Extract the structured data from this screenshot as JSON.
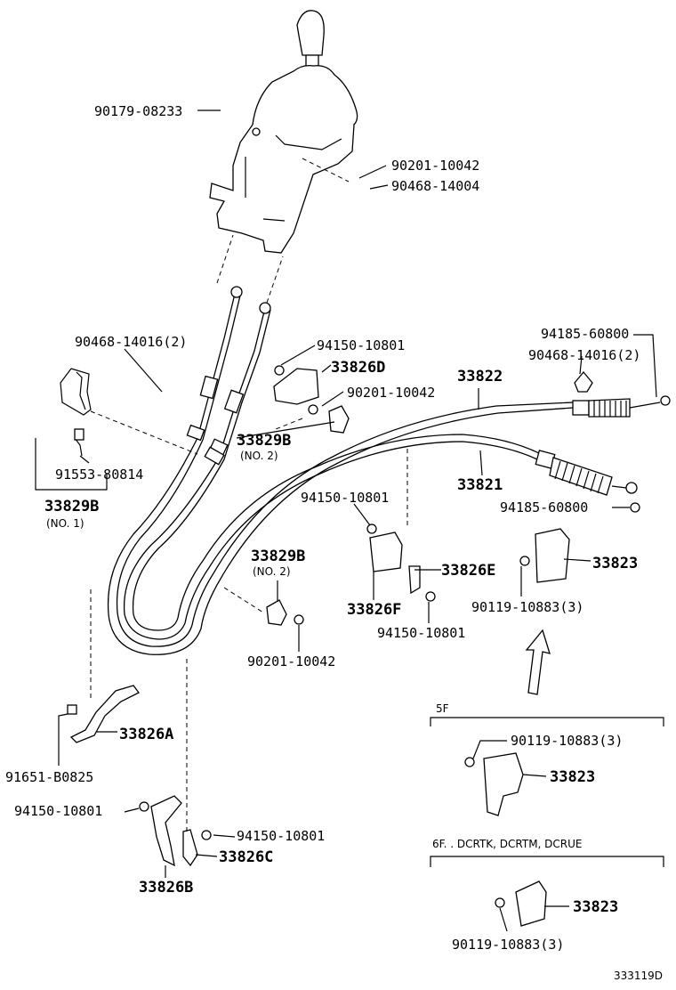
{
  "labels": {
    "p90179_08233": "90179-08233",
    "p90201_10042_a": "90201-10042",
    "p90468_14004": "90468-14004",
    "p90468_14016_2_a": "90468-14016(2)",
    "p94150_10801_a": "94150-10801",
    "p33826D": "33826D",
    "p90201_10042_b": "90201-10042",
    "p33822": "33822",
    "p94185_60800_a": "94185-60800",
    "p90468_14016_2_b": "90468-14016(2)",
    "p33829B_no2_a": "33829B",
    "no2_a": "(NO. 2)",
    "p91553_80814": "91553-80814",
    "p33829B_no1": "33829B",
    "no1": "(NO. 1)",
    "p33821": "33821",
    "p94150_10801_b": "94150-10801",
    "p94185_60800_b": "94185-60800",
    "p33829B_no2_b": "33829B",
    "no2_b": "(NO. 2)",
    "p33826E": "33826E",
    "p33823_a": "33823",
    "p33826F": "33826F",
    "p90119_10883_3_a": "90119-10883(3)",
    "p94150_10801_c": "94150-10801",
    "p90201_10042_c": "90201-10042",
    "p33826A": "33826A",
    "p91651_B0825": "91651-B0825",
    "p94150_10801_d": "94150-10801",
    "p94150_10801_e": "94150-10801",
    "p33826C": "33826C",
    "p33826B": "33826B",
    "section_5f": "5F",
    "p90119_10883_3_b": "90119-10883(3)",
    "p33823_b": "33823",
    "section_6f": "6F. . DCRTK, DCRTM, DCRUE",
    "p33823_c": "33823",
    "p90119_10883_3_c": "90119-10883(3)",
    "diagram_id": "333119D"
  },
  "colors": {
    "line": "#000000",
    "background": "#ffffff"
  }
}
